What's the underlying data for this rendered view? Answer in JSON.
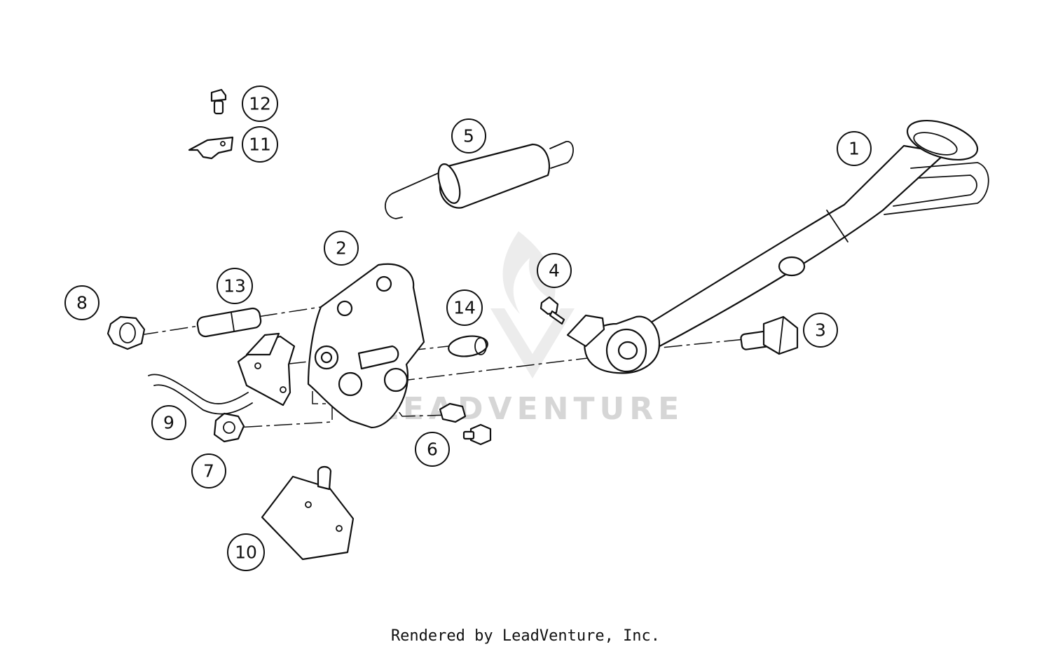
{
  "watermark": {
    "text": "LEADVENTURE"
  },
  "callouts": {
    "c1": "1",
    "c2": "2",
    "c3": "3",
    "c4": "4",
    "c5": "5",
    "c6": "6",
    "c7": "7",
    "c8": "8",
    "c9": "9",
    "c10": "10",
    "c11": "11",
    "c12": "12",
    "c13": "13",
    "c14": "14"
  },
  "footer": {
    "text": "Rendered by LeadVenture, Inc."
  }
}
